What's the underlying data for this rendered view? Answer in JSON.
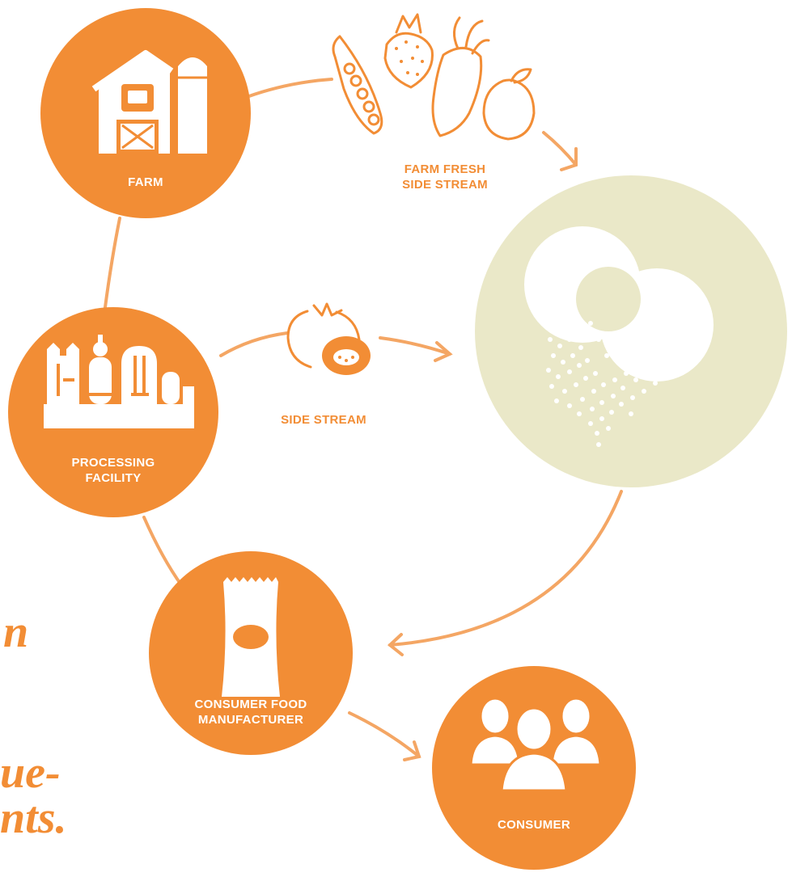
{
  "nodes": {
    "farm": "FARM",
    "processing": "PROCESSING\nFACILITY",
    "manufacturer": "CONSUMER FOOD\nMANUFACTURER",
    "consumer": "CONSUMER"
  },
  "streams": {
    "farm_fresh": "FARM FRESH\nSIDE STREAM",
    "side_stream": "SIDE STREAM"
  },
  "quote_fragments": {
    "line1": "n",
    "line2": "ue-",
    "line3": "nts."
  },
  "colors": {
    "orange": "#f28d35",
    "light_orange": "#f6b276",
    "beige": "#eae8c8",
    "white": "#ffffff"
  }
}
